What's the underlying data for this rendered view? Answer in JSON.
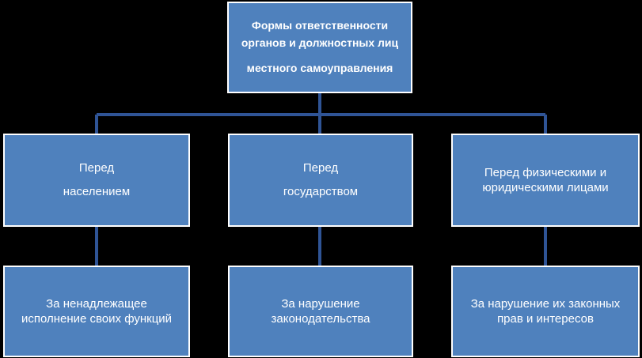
{
  "diagram": {
    "root": {
      "lines": [
        "Формы ответственности",
        "органов и должностных лиц",
        "местного самоуправления"
      ]
    },
    "branches": [
      {
        "lines": [
          "Перед",
          "населением"
        ],
        "child": [
          "За ненадлежащее",
          "исполнение своих функций"
        ]
      },
      {
        "lines": [
          "Перед",
          "государством"
        ],
        "child": [
          "За нарушение",
          "законодательства"
        ]
      },
      {
        "lines": [
          "Перед физическими и",
          "юридическими лицами"
        ],
        "child": [
          "За нарушение их законных",
          "прав и интересов"
        ]
      }
    ],
    "colors": {
      "background": "#000000",
      "box_fill": "#4f81bd",
      "box_border": "#ffffff",
      "connector": "#2f5496",
      "text": "#ffffff"
    }
  }
}
